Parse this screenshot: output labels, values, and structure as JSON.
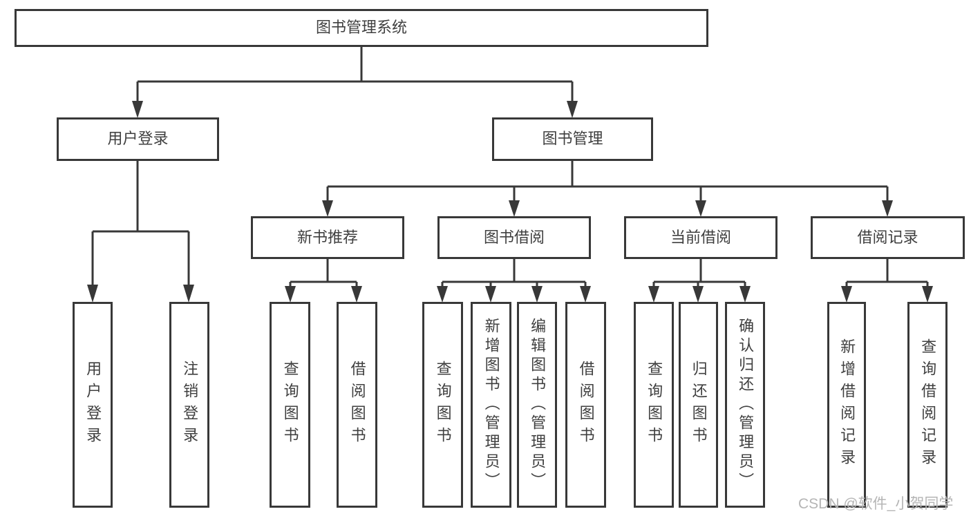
{
  "page": {
    "background_color": "#ffffff"
  },
  "colors": {
    "line": "#383838",
    "node_border": "#383838",
    "node_text": "#3f3f3f",
    "node_background": "#ffffff",
    "watermark_text": "#b5b5b5"
  },
  "watermark": "CSDN @软件_小贺同学",
  "tree": {
    "root": "图书管理系统",
    "branches": [
      {
        "label": "用户登录",
        "children": [
          "用户登录",
          "注销登录"
        ]
      },
      {
        "label": "图书管理",
        "groups": [
          {
            "label": "新书推荐",
            "children": [
              "查询图书",
              "借阅图书"
            ]
          },
          {
            "label": "图书借阅",
            "children": [
              "查询图书",
              "新增图书（管理员）",
              "编辑图书（管理员）",
              "借阅图书"
            ]
          },
          {
            "label": "当前借阅",
            "children": [
              "查询图书",
              "归还图书",
              "确认归还（管理员）"
            ]
          },
          {
            "label": "借阅记录",
            "children": [
              "新增借阅记录",
              "查询借阅记录"
            ]
          }
        ]
      }
    ]
  }
}
